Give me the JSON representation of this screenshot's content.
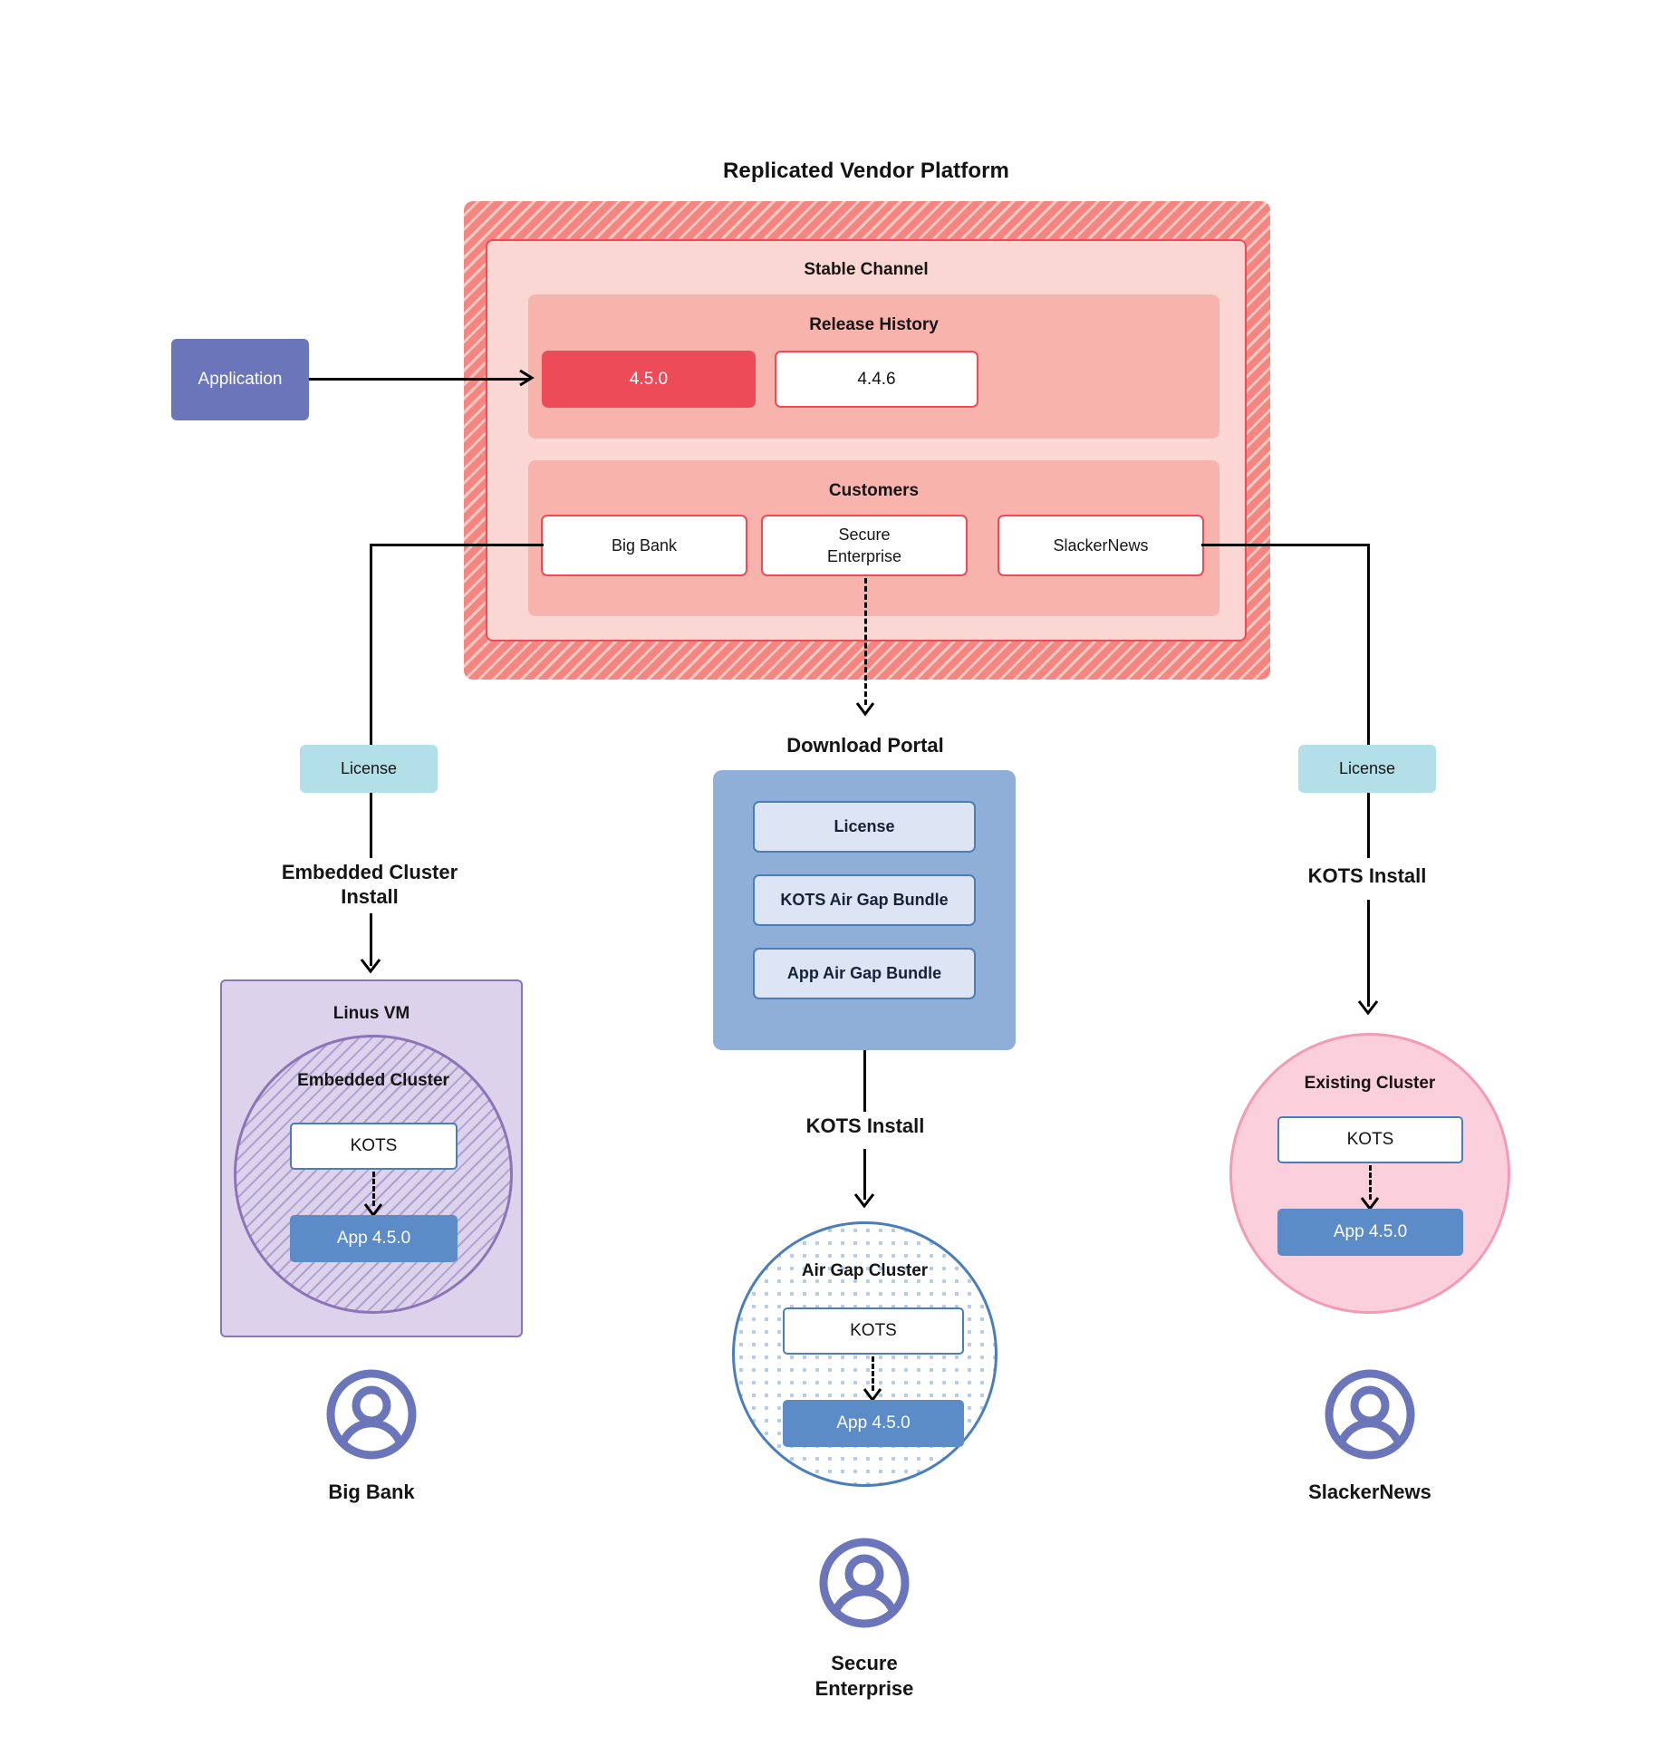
{
  "diagram": {
    "title": "Replicated Vendor Platform",
    "platform": {
      "title": "Replicated Vendor Platform",
      "channel": {
        "title": "Stable Channel",
        "release_history": {
          "title": "Release History",
          "releases": [
            {
              "version": "4.5.0",
              "current": true
            },
            {
              "version": "4.4.6",
              "current": false
            }
          ]
        },
        "customers": {
          "title": "Customers",
          "items": [
            {
              "name": "Big Bank"
            },
            {
              "name": "Secure\nEnterprise"
            },
            {
              "name": "SlackerNews"
            }
          ]
        }
      }
    },
    "application": {
      "label": "Application"
    },
    "left_flow": {
      "license_label": "License",
      "install_label": "Embedded Cluster\nInstall",
      "vm_label": "Linus VM",
      "cluster_label": "Embedded Cluster",
      "kots_label": "KOTS",
      "app_label": "App 4.5.0",
      "customer_label": "Big Bank"
    },
    "center_flow": {
      "portal_title": "Download  Portal",
      "portal_items": [
        {
          "label": "License"
        },
        {
          "label": "KOTS Air Gap Bundle"
        },
        {
          "label": "App Air Gap Bundle"
        }
      ],
      "install_label": "KOTS Install",
      "cluster_label": "Air Gap Cluster",
      "kots_label": "KOTS",
      "app_label": "App 4.5.0",
      "customer_label": "Secure\nEnterprise"
    },
    "right_flow": {
      "license_label": "License",
      "install_label": "KOTS Install",
      "cluster_label": "Existing Cluster",
      "kots_label": "KOTS",
      "app_label": "App 4.5.0",
      "customer_label": "SlackerNews"
    },
    "colors": {
      "platform_hatch": "#f4867f",
      "channel_fill": "#fad7d3",
      "release_fill": "#f9b3ad",
      "release_border": "#ef4b55",
      "current_release": "#ee4b59",
      "application": "#6a76b9",
      "license": "#b3e0e8",
      "portal": "#8faed8",
      "portal_item": "#dde4f4",
      "vm": "#dcd2ec",
      "vm_border": "#8c74b6",
      "airgap_border": "#4a7ebb",
      "existing_cluster": "#fbd0dc",
      "existing_border": "#f49ab5",
      "app_version": "#5b8cc8",
      "avatar": "#6a76b9",
      "connector": "#000000"
    }
  }
}
